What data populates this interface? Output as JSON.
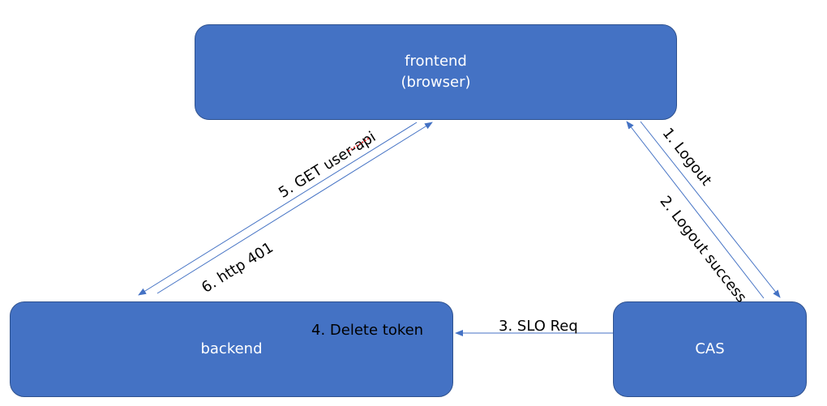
{
  "nodes": {
    "frontend": {
      "line1": "frontend",
      "line2": "(browser)"
    },
    "backend": {
      "label": "backend"
    },
    "cas": {
      "label": "CAS"
    }
  },
  "edges": {
    "logout": "1. Logout",
    "logout_success": "2. Logout success",
    "slo_req": "3. SLO Req",
    "delete_token": "4. Delete token",
    "get_user_api": "5. GET user-api",
    "http_401": "6. http 401"
  },
  "colors": {
    "node_fill": "#4472c4",
    "node_border": "#2f528f",
    "arrow": "#4472c4",
    "spell_underline": "#e03030"
  }
}
